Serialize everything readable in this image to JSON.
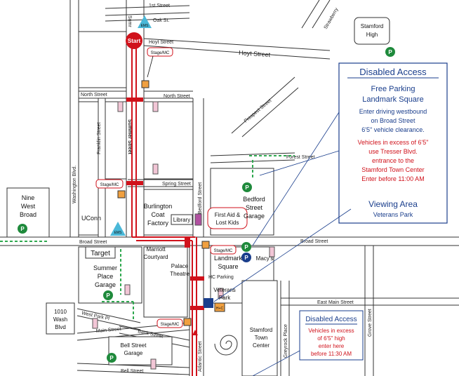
{
  "streets": {
    "first": "1st Street",
    "oak": "Oak St.",
    "hoyt": "Hoyt Street",
    "hoyt_east": "Hoyt  Street",
    "north_w": "North Street",
    "north_e": "North Street",
    "summer": "Summer Street",
    "summer_top": "Sumr",
    "franklin": "Franklin Street",
    "washington": "Washington Blvd.",
    "spring": "Spring Street",
    "bedford": "Bedford Street",
    "forest": "Forest Street",
    "prospect": "Prospect Street",
    "strawberry": "Strawberry",
    "broad_w": "Broad Street",
    "broad_e": "Broad Street",
    "west_park": "West Park Pl",
    "main": "Main Street",
    "bank": "Bank Street",
    "bell": "Bell Street",
    "atlantic": "Atlantic Street",
    "east_main": "East Main Street",
    "greyrock": "Greyrock Place",
    "grove": "Grove Street",
    "hc_parking": "HC Parking"
  },
  "buildings": {
    "stamford_high_1": "Stamford",
    "stamford_high_2": "High",
    "nine_west_1": "Nine",
    "nine_west_2": "West",
    "nine_west_3": "Broad",
    "uconn": "UConn",
    "burlington_1": "Burlington",
    "burlington_2": "Coat",
    "burlington_3": "Factory",
    "library": "Library",
    "bedford_garage_1": "Bedford",
    "bedford_garage_2": "Street",
    "bedford_garage_3": "Garage",
    "target": "Target",
    "summer_place_1": "Summer",
    "summer_place_2": "Place",
    "summer_place_3": "Garage",
    "marriott_1": "Marriott",
    "marriott_2": "Courtyard",
    "palace_1": "Palace",
    "palace_2": "Theatre",
    "landmark_1": "Landmark",
    "landmark_2": "Square",
    "macys": "Macy's",
    "veterans_1": "Veterans",
    "veterans_2": "Park",
    "wash_1": "1010",
    "wash_2": "Wash",
    "wash_3": "Blvd",
    "bell_garage_1": "Bell Street",
    "bell_garage_2": "Garage",
    "stc_1": "Stamford",
    "stc_2": "Town",
    "stc_3": "Center"
  },
  "markers": {
    "start": "Start",
    "ems": "EMS",
    "stage": "Stage/MC",
    "parking": "P",
    "hc": "H+C",
    "first_aid_1": "First Aid &",
    "first_aid_2": "Lost Kids"
  },
  "info_box": {
    "title": "Disabled Access",
    "free_parking_1": "Free Parking",
    "free_parking_2": "Landmark Square",
    "line1": "Enter driving westbound",
    "line2": "on Broad Street",
    "line3": "6'5\" vehicle clearance.",
    "red1": "Vehicles in excess of 6'5\"",
    "red2": "use Tresser Blvd.",
    "red3": "entrance to the",
    "red4": "Stamford Town Center",
    "red5": "Enter  before  11:00 AM",
    "viewing_1": "Viewing Area",
    "viewing_2": "Veterans Park"
  },
  "info_box_2": {
    "title": "Disabled Access",
    "l1": "Vehicles in excess",
    "l2": "of  6'5\" high",
    "l3": "enter here",
    "l4": "before  11:30 AM"
  },
  "colors": {
    "route": "#d0121b",
    "accent_blue": "#1a3e8c",
    "parking_green": "#1f8a3c",
    "ems_cyan": "#4ab8d8",
    "stage_orange": "#f0a040",
    "building_pink": "#f2c6d6",
    "arrow_green": "#2fa84f"
  }
}
